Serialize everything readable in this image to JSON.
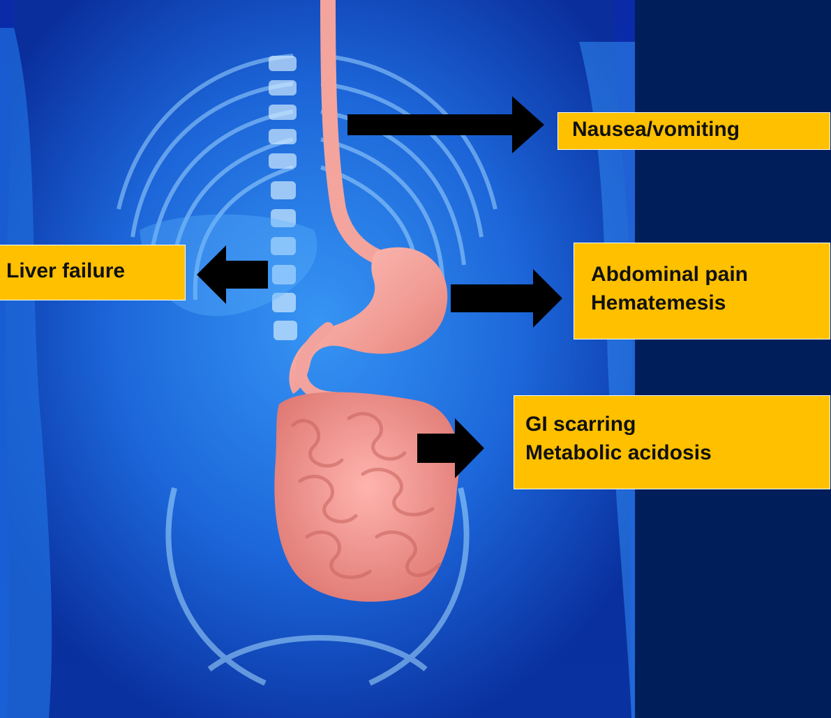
{
  "slide": {
    "background_color": "#001e5a",
    "illustration": {
      "subject": "human torso anatomy with highlighted digestive tract",
      "body_color": "#2a8cf0",
      "organ_color": "#f2a39e"
    }
  },
  "labels": {
    "nausea": "Nausea/vomiting",
    "liver": "Liver failure",
    "abdominal_pain": "Abdominal pain",
    "hematemesis": "Hematemesis",
    "gi_scarring": "GI scarring",
    "metabolic_acidosis": "Metabolic acidosis"
  },
  "style": {
    "label_fill": "#ffc000",
    "label_border": "#ffffff",
    "arrow_color": "#000000"
  }
}
